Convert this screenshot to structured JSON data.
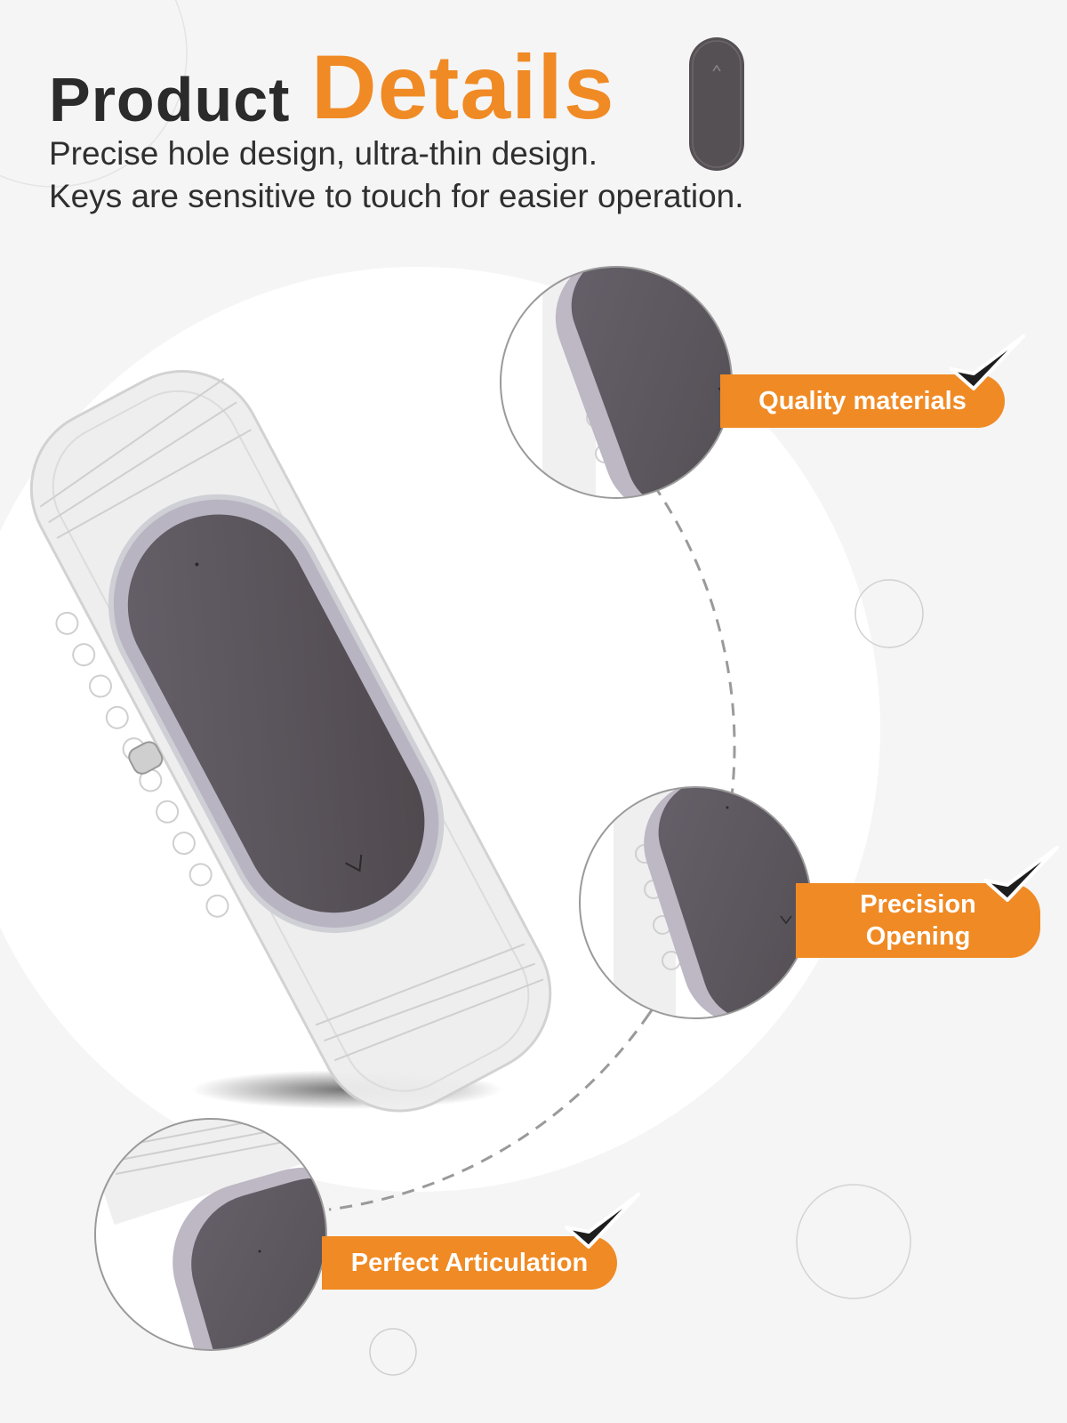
{
  "header": {
    "title_prefix": "Product",
    "title_highlight": "Details",
    "subtitle_line1": "Precise hole design, ultra-thin design.",
    "subtitle_line2": "Keys are sensitive to touch for easier operation."
  },
  "features": [
    {
      "label": "Quality materials"
    },
    {
      "label_line1": "Precision",
      "label_line2": "Opening"
    },
    {
      "label": "Perfect Articulation"
    }
  ],
  "colors": {
    "accent": "#f08a24",
    "text_dark": "#2b2b2b",
    "background": "#f5f5f5",
    "device_gray": "#5a5459"
  },
  "icons": [
    "checkmark-icon",
    "tracker-pod-icon"
  ]
}
